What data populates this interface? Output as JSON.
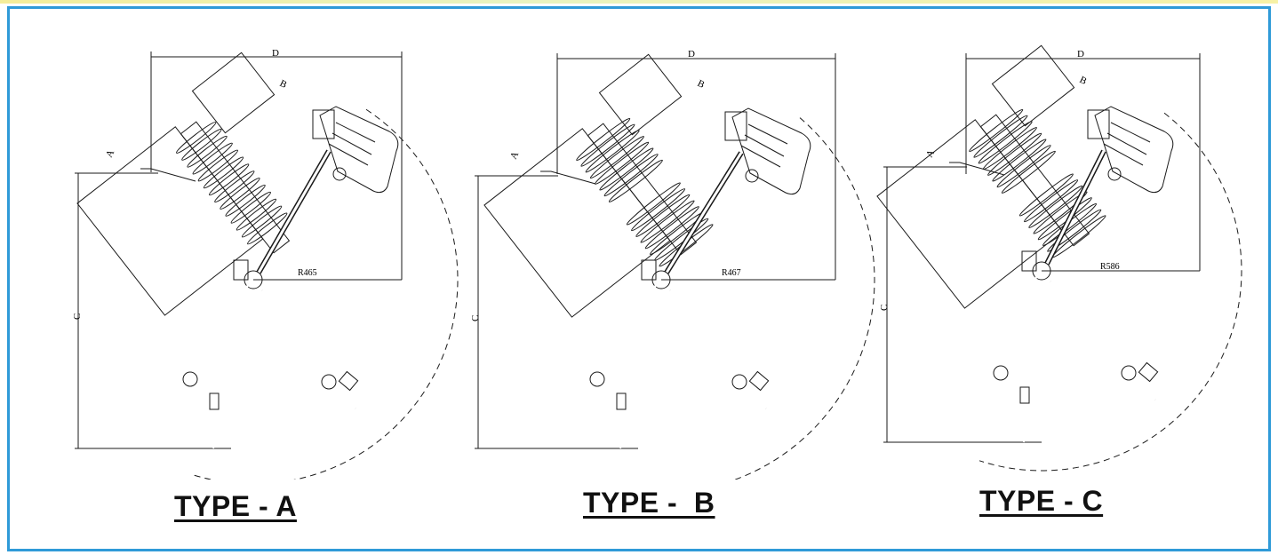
{
  "diagrams": [
    {
      "type_label": "TYPE - A",
      "dims": {
        "a": "A",
        "b": "B",
        "c": "C",
        "d": "D",
        "radius": "R465"
      },
      "shed_groups": 1
    },
    {
      "type_label": "TYPE -  B",
      "dims": {
        "a": "A",
        "b": "B",
        "c": "C",
        "d": "D",
        "radius": "R467"
      },
      "shed_groups": 2
    },
    {
      "type_label": "TYPE - C",
      "dims": {
        "a": "A",
        "b": "B",
        "c": "C",
        "d": "D",
        "radius": "R586"
      },
      "shed_groups": 2
    }
  ],
  "colors": {
    "frame": "#2f9ad8",
    "line": "#1a1a1a",
    "label": "#111111"
  }
}
